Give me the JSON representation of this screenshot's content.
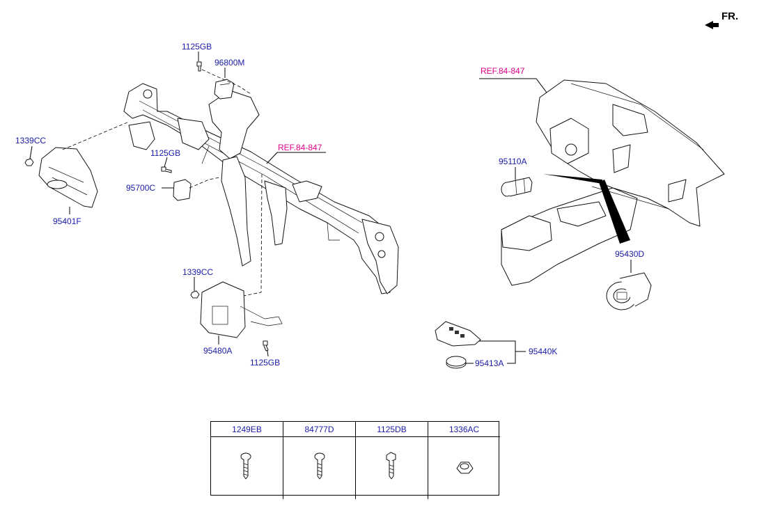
{
  "direction": {
    "label": "FR."
  },
  "references": [
    {
      "id": "ref-top-right",
      "text": "REF.84-847"
    },
    {
      "id": "ref-center",
      "text": "REF.84-847"
    }
  ],
  "parts": [
    {
      "id": "p-1125gb-top",
      "text": "1125GB"
    },
    {
      "id": "p-96800m",
      "text": "96800M"
    },
    {
      "id": "p-1339cc-left",
      "text": "1339CC"
    },
    {
      "id": "p-95401f",
      "text": "95401F"
    },
    {
      "id": "p-1125gb-mid",
      "text": "1125GB"
    },
    {
      "id": "p-95700c",
      "text": "95700C"
    },
    {
      "id": "p-1339cc-bottom",
      "text": "1339CC"
    },
    {
      "id": "p-95480a",
      "text": "95480A"
    },
    {
      "id": "p-1125gb-bottom",
      "text": "1125GB"
    },
    {
      "id": "p-95110a",
      "text": "95110A"
    },
    {
      "id": "p-95430d",
      "text": "95430D"
    },
    {
      "id": "p-95440k",
      "text": "95440K"
    },
    {
      "id": "p-95413a",
      "text": "95413A"
    }
  ],
  "legend": {
    "columns": [
      "1249EB",
      "84777D",
      "1125DB",
      "1336AC"
    ]
  }
}
